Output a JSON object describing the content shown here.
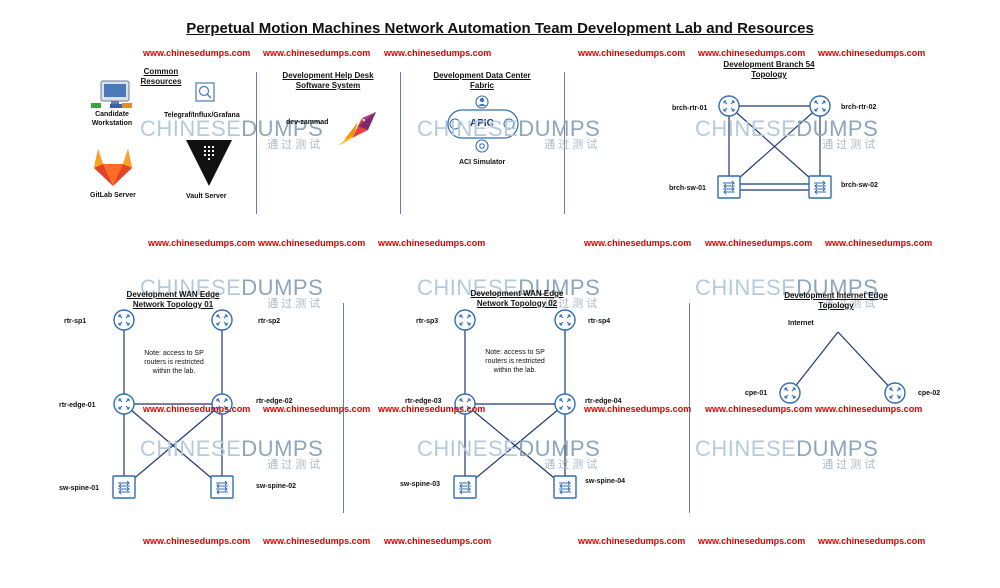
{
  "title": "Perpetual Motion Machines Network Automation Team Development Lab and Resources",
  "watermark_url": "www.chinesedumps.com",
  "watermark_logo": {
    "part1": "CHINESE",
    "part2": "DUMPS",
    "sub": "通过测试"
  },
  "common": {
    "heading": "Common Resources",
    "candidate": "Candidate Workstation",
    "telegraf": "Telegraf/Influx/Grafana",
    "gitlab": "GitLab Server",
    "vault": "Vault Server"
  },
  "helpdesk": {
    "heading": "Development Help Desk Software System",
    "app": "dev-zammad"
  },
  "datacenter": {
    "heading": "Development Data Center Fabric",
    "apic_text": "APIC",
    "sim": "ACI Simulator"
  },
  "branch": {
    "heading": "Development Branch 54 Topology",
    "rtr1": "brch-rtr-01",
    "rtr2": "brch-rtr-02",
    "sw1": "brch-sw-01",
    "sw2": "brch-sw-02"
  },
  "wan1": {
    "heading": "Development WAN Edge Network Topology 01",
    "sp1": "rtr-sp1",
    "sp2": "rtr-sp2",
    "edge1": "rtr-edge-01",
    "edge2": "rtr-edge-02",
    "spine1": "sw-spine-01",
    "spine2": "sw-spine-02",
    "note": "Note: access to SP routers is restricted within the lab."
  },
  "wan2": {
    "heading": "Development WAN Edge Network Topology 02",
    "sp3": "rtr-sp3",
    "sp4": "rtr-sp4",
    "edge3": "rtr-edge-03",
    "edge4": "rtr-edge-04",
    "spine3": "sw-spine-03",
    "spine4": "sw-spine-04",
    "note": "Note: access to SP routers is restricted within the lab."
  },
  "internet": {
    "heading": "Development Internet Edge Topology",
    "internet": "Internet",
    "cpe1": "cpe-01",
    "cpe2": "cpe-02"
  },
  "colors": {
    "link": "#1f3870",
    "router": "#2f6db5",
    "watermark": "#e00000",
    "separator": "#6f7da6"
  }
}
